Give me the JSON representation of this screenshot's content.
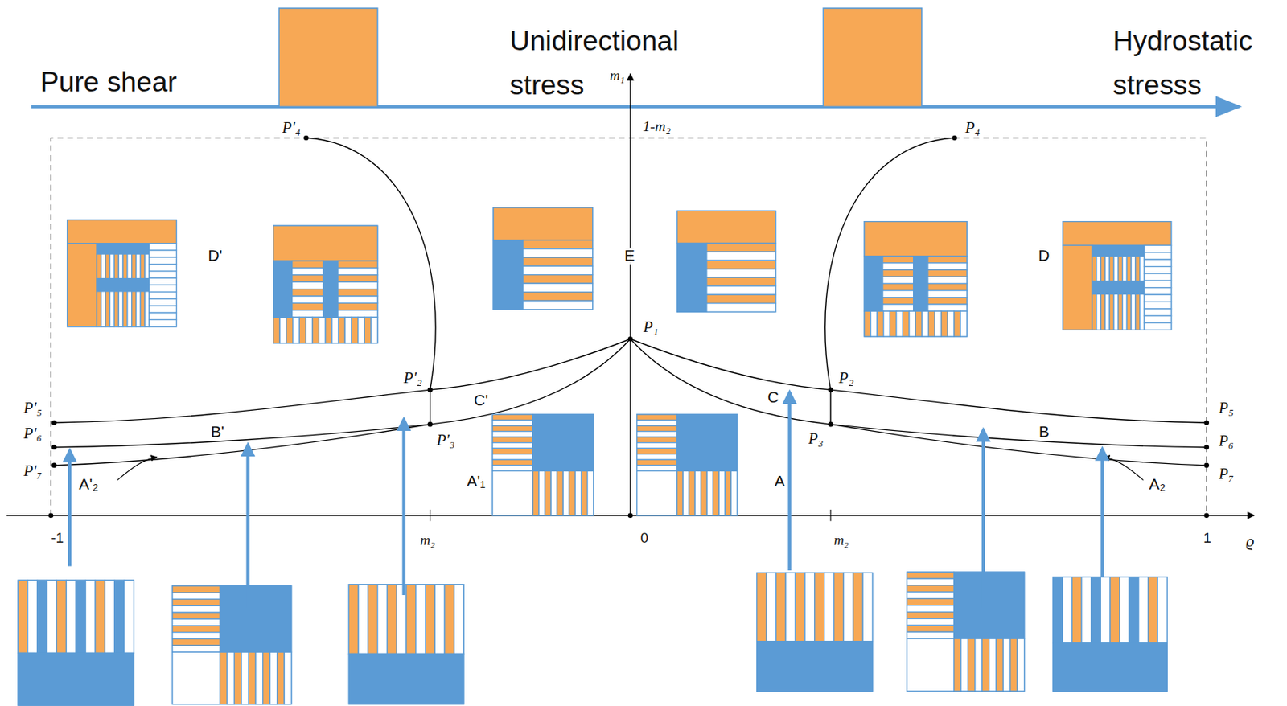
{
  "diagram": {
    "labels": [
      "Pure shear",
      "Unidirectional stress",
      "m₁",
      "Hydrostatic stresss",
      "1-m₂",
      "P'₄",
      "P₄",
      "D'",
      "E",
      "D",
      "P₁",
      "P'₂",
      "P₂",
      "C'",
      "C",
      "P'₅",
      "P₅",
      "B'",
      "B",
      "P'₃",
      "P₃",
      "P'₆",
      "P₆",
      "P'₇",
      "P₇",
      "A'₂",
      "A'₁",
      "A",
      "A₂",
      "-1",
      "m₂",
      "0",
      "m₂",
      "1",
      "ϱ"
    ]
  }
}
